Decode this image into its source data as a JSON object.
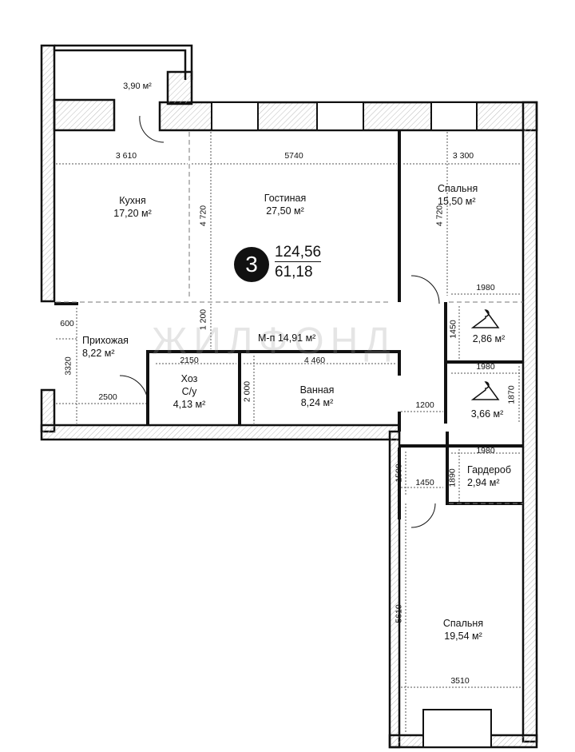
{
  "plan": {
    "rooms_count": "3",
    "total_area": "124,56",
    "living_area": "61,18",
    "watermark": "ЖИЛФОНД",
    "rooms": [
      {
        "name": "",
        "area": "3,90 м²"
      },
      {
        "name": "Кухня",
        "area": "17,20 м²"
      },
      {
        "name": "Гостиная",
        "area": "27,50 м²"
      },
      {
        "name": "Спальня",
        "area": "15,50 м²"
      },
      {
        "name": "Прихожая",
        "area": "8,22 м²"
      },
      {
        "name": "М-п 14,91 м²",
        "area": ""
      },
      {
        "name": "Хоз С/у",
        "area": "4,13 м²"
      },
      {
        "name": "Ванная",
        "area": "8,24 м²"
      },
      {
        "name": "",
        "area": "2,86 м²"
      },
      {
        "name": "",
        "area": "3,66 м²"
      },
      {
        "name": "Гардероб",
        "area": "2,94 м²"
      },
      {
        "name": "Спальня",
        "area": "19,54 м²"
      }
    ],
    "hoz_line1": "Хоз",
    "hoz_line2": "С/у",
    "dimensions": {
      "kitchen_w": "3 610",
      "living_w": "5740",
      "bed1_w": "3 300",
      "living_h": "4 720",
      "bed1_h": "4 720",
      "hall_h": "1 200",
      "closet1_w": "1980",
      "closet1_h": "1450",
      "closet2_w": "1980",
      "closet2_h": "1870",
      "entry_600": "600",
      "entry_h": "3320",
      "entry_w": "2500",
      "hoz_w": "2150",
      "bath_w": "4 460",
      "bath_h": "2 000",
      "corridor_w": "1200",
      "corr2_w": "1450",
      "corr2_h": "1500",
      "wardrobe_w": "1980",
      "wardrobe_h": "1890",
      "bed2_h": "5610",
      "bed2_w": "3510"
    }
  }
}
